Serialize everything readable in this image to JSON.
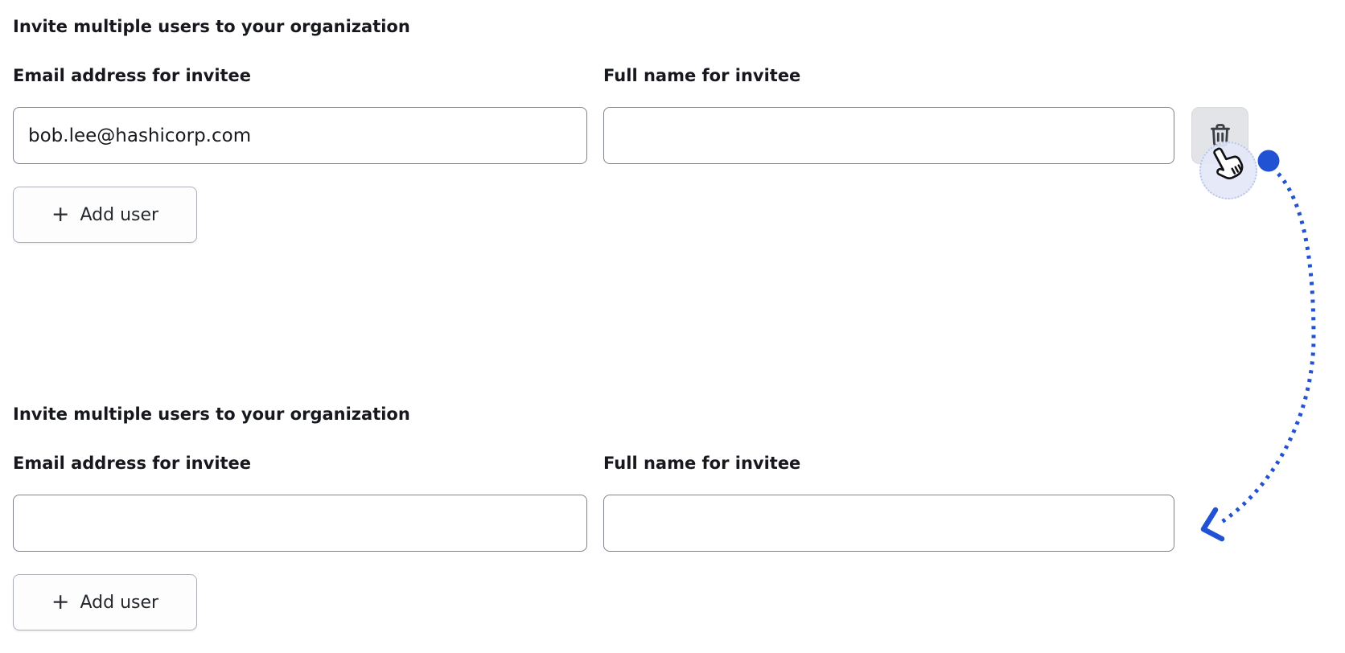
{
  "palette": {
    "annotation_blue": "#2152d3",
    "halo_lavender": "#e3e7f7",
    "input_border_gray": "#7e838e",
    "delete_button_gray": "#e3e4e7",
    "text_dark": "#17191e"
  },
  "sections": [
    {
      "heading": "Invite multiple users to your organization",
      "fields": [
        {
          "label": "Email address for invitee",
          "value": "bob.lee@hashicorp.com"
        },
        {
          "label": "Full name for invitee",
          "value": ""
        }
      ],
      "add_button": {
        "plus_glyph": "+",
        "label": "Add user"
      },
      "delete_button": {
        "icon": "trash-icon"
      }
    },
    {
      "heading": "Invite multiple users to your organization",
      "fields": [
        {
          "label": "Email address for invitee",
          "value": ""
        },
        {
          "label": "Full name for invitee",
          "value": ""
        }
      ],
      "add_button": {
        "plus_glyph": "+",
        "label": "Add user"
      }
    }
  ],
  "annotations": {
    "cursor": "pointer-hand-clicking-delete",
    "flow_arrow": "dotted-arrow-from-delete-to-resulting-empty-form"
  }
}
